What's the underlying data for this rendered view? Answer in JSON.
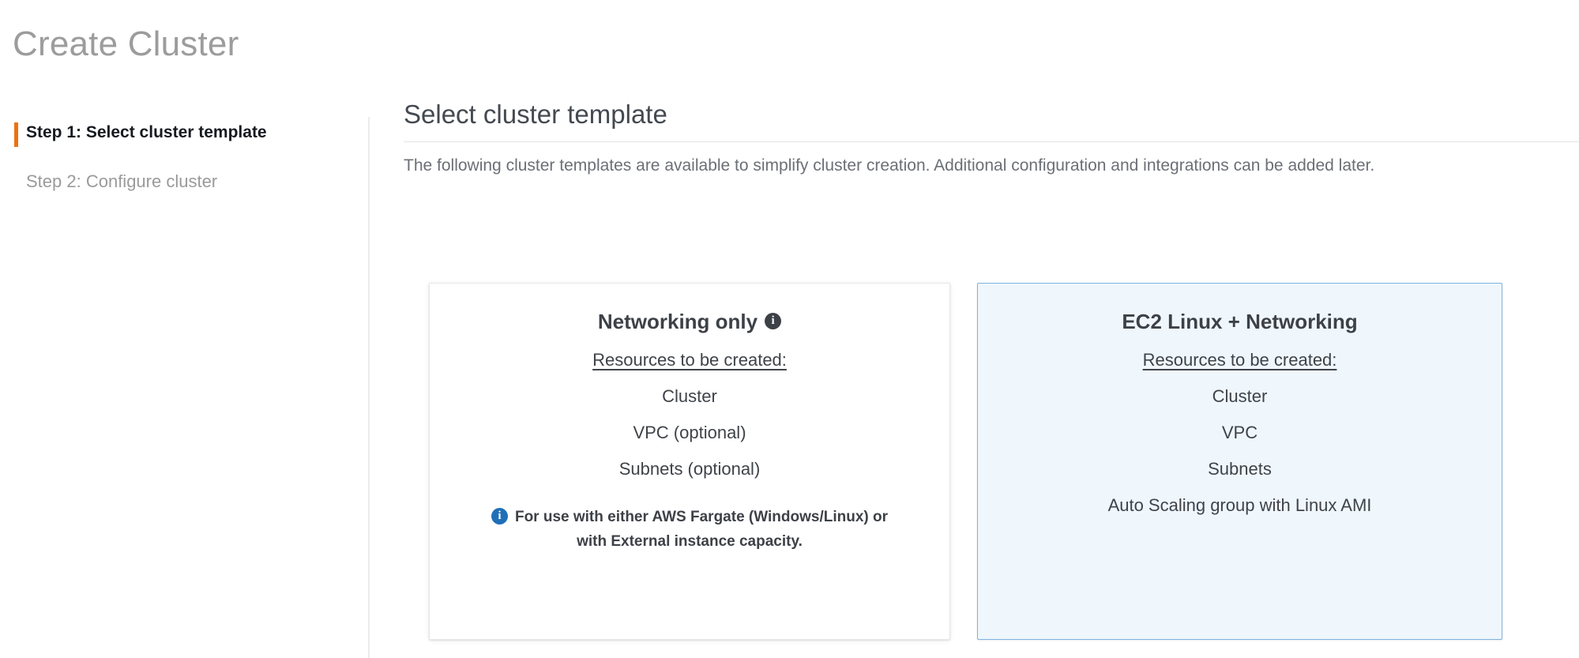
{
  "header": {
    "title": "Create Cluster"
  },
  "wizard": {
    "steps": [
      {
        "label": "Step 1: Select cluster template",
        "active": true
      },
      {
        "label": "Step 2: Configure cluster",
        "active": false
      }
    ],
    "active_marker_color": "#ec7211"
  },
  "main": {
    "section_title": "Select cluster template",
    "description": "The following cluster templates are available to simplify cluster creation. Additional configuration and integrations can be added later.",
    "cards": [
      {
        "id": "networking-only",
        "title": "Networking only",
        "title_info_icon": "info-icon",
        "resources_label": "Resources to be created:",
        "resources": [
          "Cluster",
          "VPC (optional)",
          "Subnets (optional)"
        ],
        "note_icon": "info-icon",
        "note": "For use with either AWS Fargate (Windows/Linux) or with External instance capacity.",
        "selected": false,
        "background": "#ffffff",
        "border_color": "#e7e7e7"
      },
      {
        "id": "ec2-linux-networking",
        "title": "EC2 Linux + Networking",
        "resources_label": "Resources to be created:",
        "resources": [
          "Cluster",
          "VPC",
          "Subnets",
          "Auto Scaling group with Linux AMI"
        ],
        "selected": true,
        "background": "#eff7fd",
        "border_color": "#7eb3e0"
      }
    ]
  },
  "icons": {
    "info_glyph": "i"
  }
}
